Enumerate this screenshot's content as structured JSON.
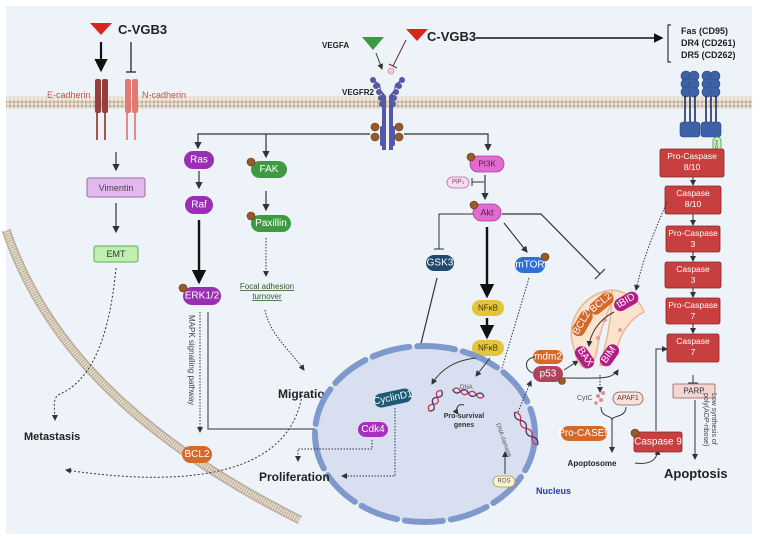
{
  "colors": {
    "background": "#eef3f9",
    "membrane": "#c9bba8",
    "inhibitor_red": "#d9261c",
    "vegfa_green": "#3a9a46",
    "ras_purple": "#9b2fb3",
    "fak_green": "#3e9a40",
    "pi3k_pink": "#e26bd0",
    "nfkb_yellow": "#e2c53a",
    "gsk3_navy": "#1f4a6e",
    "mtor_blue": "#2f6fd6",
    "caspase_red": "#c7403f",
    "bcl2_orange": "#d46a2a",
    "bax_magenta": "#b31e86",
    "nucleus_fill": "#d7deee",
    "nucleus_rim": "#7f99cc",
    "death_receptor": "#3e62a8",
    "nucleus_label": "#2a37a8",
    "phospho": "#9a5a28"
  },
  "ligands": {
    "cvgb3_left": "C-VGB3",
    "cvgb3_center": "C-VGB3",
    "vegfa": "VEGFA"
  },
  "receptors": {
    "e_cadherin": "E-cadherin",
    "n_cadherin": "N-cadherin",
    "vegfr2": "VEGFR2",
    "death_receptors": [
      "Fas (CD95)",
      "DR4 (CD261)",
      "DR5 (CD262)"
    ],
    "fadd": "FADD"
  },
  "emt_branch": {
    "vimentin": "Vimentin",
    "emt": "EMT",
    "metastasis": "Metastasis"
  },
  "mapk_branch": {
    "ras": "Ras",
    "raf": "Raf",
    "erk": "ERK1/2",
    "pathway_label": "MAPK signalling pathway",
    "bcl2": "BCL2"
  },
  "fak_branch": {
    "fak": "FAK",
    "paxillin": "Paxillin",
    "focal_adhesion": [
      "Focal adhesion",
      "turnover"
    ],
    "migration": "Migration"
  },
  "pi3k_branch": {
    "pi3k": "PI3K",
    "pip3": "PIP₃",
    "akt": "Akt",
    "gsk3": "GSK3",
    "mtor": "mTOR",
    "nfkb_top": "NFκB",
    "nfkb_bottom": "NFκB"
  },
  "nucleus": {
    "label": "Nucleus",
    "cyclin": "CyclinD1",
    "cdk4": "Cdk4",
    "dna": "DNA",
    "pro_survival": [
      "Pro-survival",
      "genes"
    ],
    "dna_damage": "DNA damage",
    "ros": "ROS"
  },
  "proliferation": "Proliferation",
  "mito": {
    "bcl2_a": "BCL2",
    "bcl2_b": "BCL2",
    "tbid": "tBID",
    "bax": "BAX",
    "bim": "BIM",
    "p53": "p53",
    "mdm2": "mdm2",
    "cytc": "CytC",
    "apaf1": "APAF1",
    "pro_case9": "Pro-CASE9",
    "apoptosome": "Apoptosome",
    "caspase9": "Caspase 9"
  },
  "caspase_cascade": [
    [
      "Pro-Caspase",
      "8/10"
    ],
    [
      "Caspase",
      "8/10"
    ],
    [
      "Pro-Caspase",
      "3"
    ],
    [
      "Caspase",
      "3"
    ],
    [
      "Pro-Caspase",
      "7"
    ],
    [
      "Caspase",
      "7"
    ]
  ],
  "parp": "PARP",
  "parp_note": [
    "Low synthesis of",
    "poly(ADP-ribose)"
  ],
  "apoptosis": "Apoptosis",
  "phospho_mark": "P"
}
